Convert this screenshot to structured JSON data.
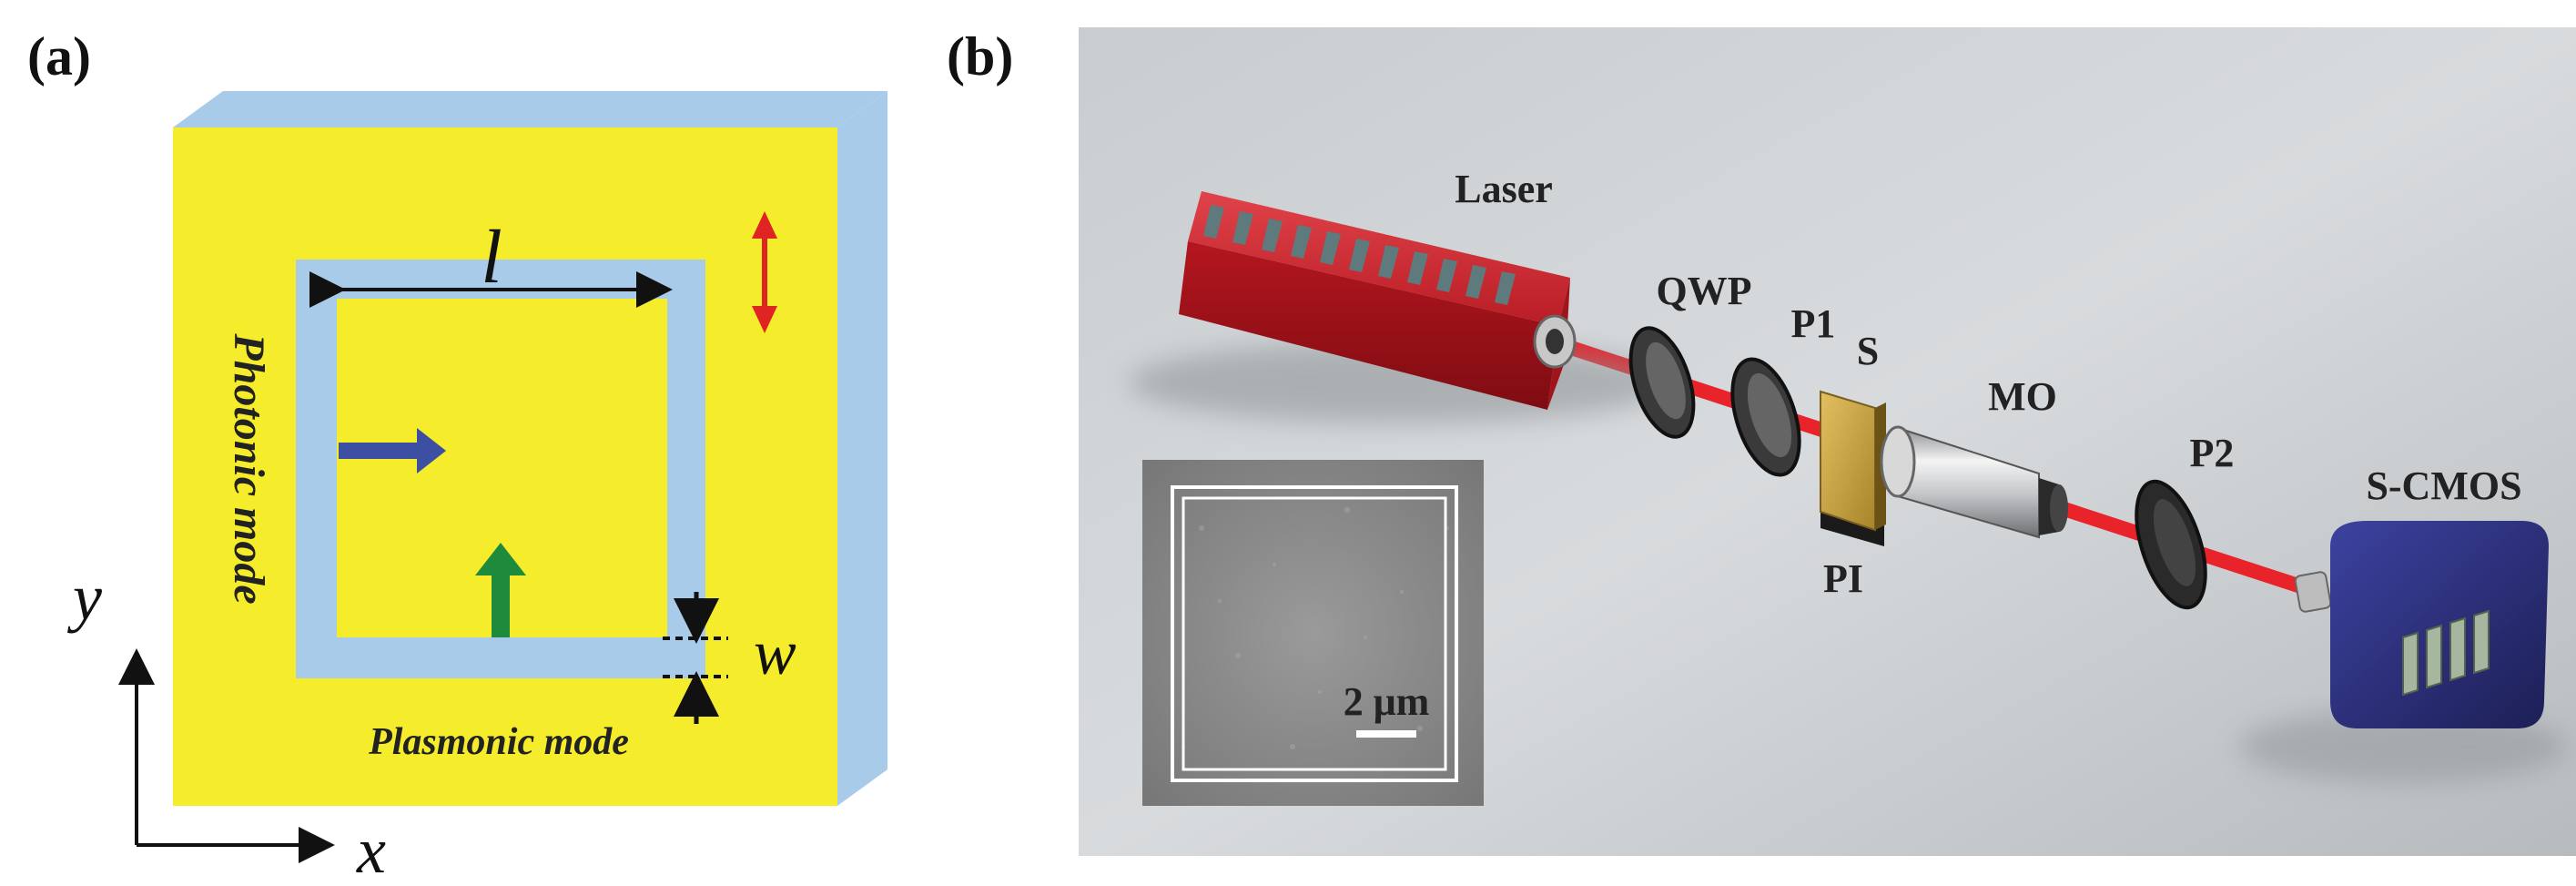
{
  "panels": {
    "a": {
      "label": "(a)",
      "dimension_length": "l",
      "dimension_width": "w",
      "photonic_mode": "Photonic mode",
      "plasmonic_mode": "Plasmonic mode",
      "axis_x": "x",
      "axis_y": "y"
    },
    "b": {
      "label": "(b)",
      "components": {
        "laser": "Laser",
        "qwp": "QWP",
        "p1": "P1",
        "s": "S",
        "mo": "MO",
        "p2": "P2",
        "scmos": "S-CMOS",
        "pi": "PI"
      },
      "scale_bar": "2 μm"
    }
  },
  "colors": {
    "gold": "#F5EC2C",
    "slab_side": "#A9CBEA",
    "beam": "#E8232A",
    "arrow_blue": "#3C4FA3",
    "arrow_green": "#1E8A3C",
    "arrow_red": "#E02424",
    "laser_body": "#C8222A",
    "camera_body": "#2E3277"
  }
}
